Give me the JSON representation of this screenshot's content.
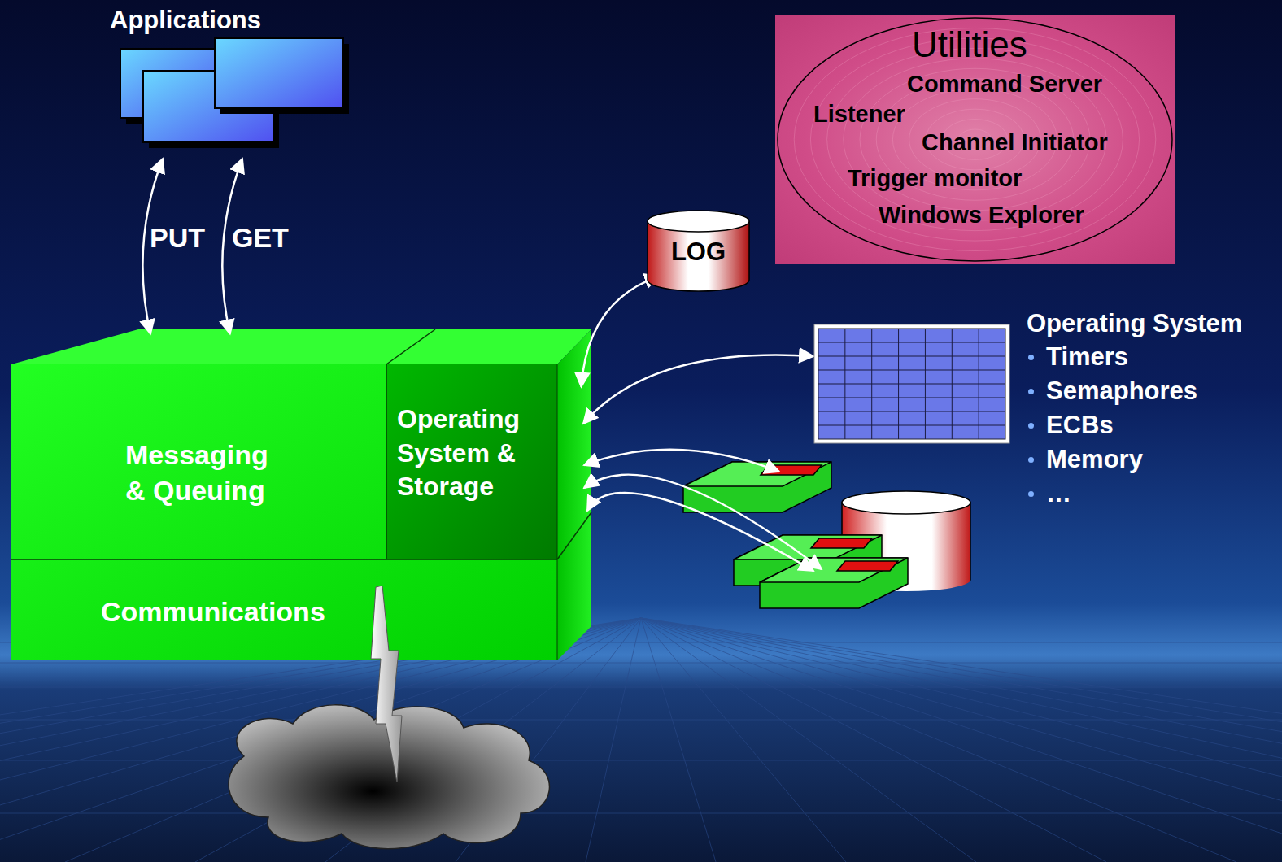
{
  "diagram": {
    "nodes": [
      {
        "text": [
          "Applications"
        ]
      },
      {
        "text": [
          "Messaging & Queuing"
        ]
      },
      {
        "text": [
          "Operating System & Storage"
        ]
      },
      {
        "text": [
          "Communications"
        ]
      },
      {
        "text": [
          "LOG"
        ]
      },
      {
        "text": [
          "Utilities",
          "Command Server",
          "Listener",
          "Channel Initiator",
          "Trigger monitor",
          "Windows Explorer"
        ]
      },
      {
        "text": [
          "Operating System",
          "Timers",
          "Semaphores",
          "ECBs",
          "Memory",
          "…"
        ]
      }
    ],
    "edges": [
      {
        "from": 0,
        "to": 1,
        "label": "PUT",
        "arrow": "both"
      },
      {
        "from": 0,
        "to": 1,
        "label": "GET",
        "arrow": "both"
      },
      {
        "from": 2,
        "to": 4,
        "arrow": "both"
      },
      {
        "from": 2,
        "to": 6,
        "arrow": "both"
      }
    ]
  }
}
